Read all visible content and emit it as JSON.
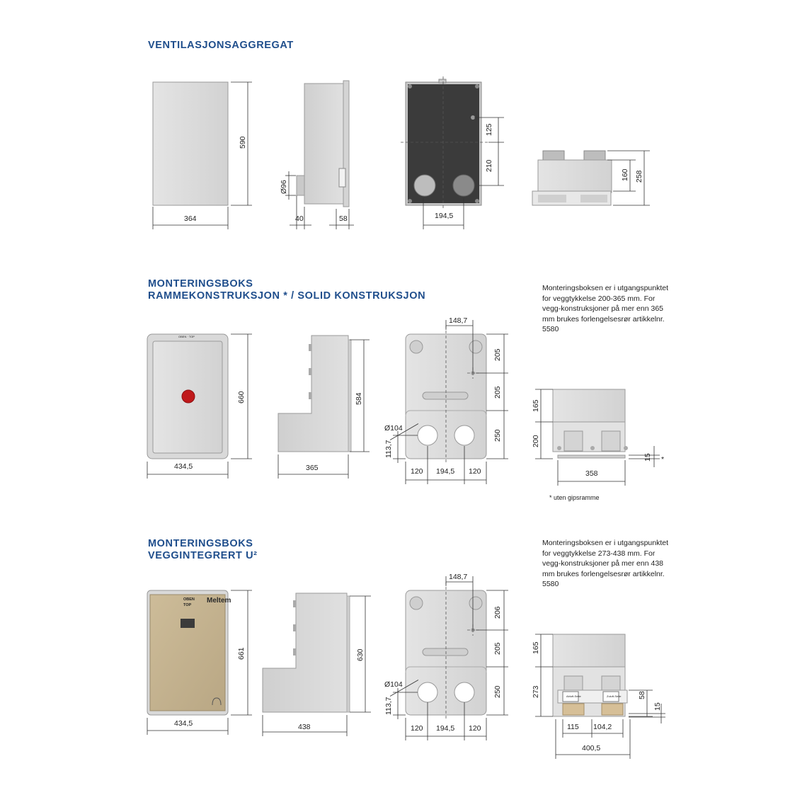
{
  "sections": {
    "unit": {
      "title": "VENTILASJONSAGGREGAT"
    },
    "box1": {
      "title_line1": "MONTERINGSBOKS",
      "title_line2": "RAMMEKONSTRUKSJON  * / SOLID KONSTRUKSJON",
      "note": "Monteringsboksen er i utgangspunktet for veggtykkelse 200-365 mm. For vegg-konstruksjoner på mer enn 365 mm brukes forlengelsesrør artikkelnr. 5580",
      "footnote": "* uten gipsramme",
      "top_label": "OBEN · TOP"
    },
    "box2": {
      "title_line1": "MONTERINGSBOKS",
      "title_line2": "VEGGINTEGRERT U²",
      "note": "Monteringsboksen er i utgangspunktet for veggtykkelse 273-438 mm. For vegg-konstruksjoner på mer enn 438 mm brukes forlengelsesrør artikkelnr. 5580",
      "brand": "Meltem",
      "oben": "OBEN",
      "top": "TOP",
      "label_a": "Abluft-Seite",
      "label_b": "Zuluft-Seite"
    }
  },
  "dimensions": {
    "unit_front_w": "364",
    "unit_front_h": "590",
    "unit_side_d96": "Ø96",
    "unit_side_40": "40",
    "unit_side_58": "58",
    "unit_back_125": "125",
    "unit_back_210": "210",
    "unit_back_1945": "194,5",
    "unit_bottom_160": "160",
    "unit_bottom_258": "258",
    "b1_front_w": "434,5",
    "b1_front_h": "660",
    "b1_side_584": "584",
    "b1_side_365": "365",
    "b1_back_1487": "148,7",
    "b1_back_205a": "205",
    "b1_back_205b": "205",
    "b1_back_250": "250",
    "b1_back_d104": "Ø104",
    "b1_back_1137": "113,7",
    "b1_back_120a": "120",
    "b1_back_1945": "194,5",
    "b1_back_120b": "120",
    "b1_bottom_165": "165",
    "b1_bottom_200": "200",
    "b1_bottom_15": "15",
    "b1_bottom_358": "358",
    "b1_bottom_star": "*",
    "b2_front_w": "434,5",
    "b2_front_h": "661",
    "b2_side_630": "630",
    "b2_side_438": "438",
    "b2_back_1487": "148,7",
    "b2_back_206": "206",
    "b2_back_205": "205",
    "b2_back_250": "250",
    "b2_back_d104": "Ø104",
    "b2_back_1137": "113,7",
    "b2_back_120a": "120",
    "b2_back_1945": "194,5",
    "b2_back_120b": "120",
    "b2_bottom_165": "165",
    "b2_bottom_273": "273",
    "b2_bottom_58": "58",
    "b2_bottom_15": "15",
    "b2_bottom_115": "115",
    "b2_bottom_1042": "104,2",
    "b2_bottom_4005": "400,5"
  },
  "colors": {
    "heading": "#1f4e8c",
    "panel_light": "#dedede",
    "panel_dark": "#3a3a3a",
    "beige": "#c4b28f",
    "red": "#c0191b",
    "cardboard": "#d6bf97"
  }
}
